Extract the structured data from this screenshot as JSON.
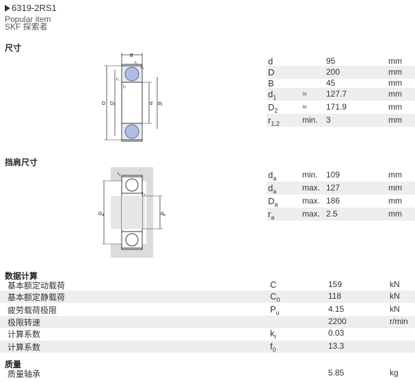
{
  "header": {
    "title": "6319-2RS1",
    "popular": "Popular item",
    "explorer": "SKF 探索者"
  },
  "dimensions": {
    "heading": "尺寸",
    "drawing_labels": {
      "B": "B",
      "r1": "r",
      "r1_sub": "1",
      "r2": "r",
      "r2_sub": "2",
      "D": "D",
      "D2": "D",
      "D2_sub": "2",
      "d": "d",
      "d1": "d",
      "d1_sub": "1"
    },
    "rows": [
      {
        "sym": "d",
        "sub": "",
        "qual": "",
        "val": "95",
        "unit": "mm"
      },
      {
        "sym": "D",
        "sub": "",
        "qual": "",
        "val": "200",
        "unit": "mm"
      },
      {
        "sym": "B",
        "sub": "",
        "qual": "",
        "val": "45",
        "unit": "mm"
      },
      {
        "sym": "d",
        "sub": "1",
        "qual": "≈",
        "val": "127.7",
        "unit": "mm"
      },
      {
        "sym": "D",
        "sub": "2",
        "qual": "≈",
        "val": "171.9",
        "unit": "mm"
      },
      {
        "sym": "r",
        "sub": "1,2",
        "qual": "min.",
        "val": "3",
        "unit": "mm"
      }
    ]
  },
  "abutment": {
    "heading": "挡肩尺寸",
    "drawing_labels": {
      "ra": "r",
      "ra_sub": "a",
      "Da": "D",
      "Da_sub": "a",
      "da": "d",
      "da_sub": "a"
    },
    "rows": [
      {
        "sym": "d",
        "sub": "a",
        "qual": "min.",
        "val": "109",
        "unit": "mm"
      },
      {
        "sym": "d",
        "sub": "a",
        "qual": "max.",
        "val": "127",
        "unit": "mm"
      },
      {
        "sym": "D",
        "sub": "a",
        "qual": "max.",
        "val": "186",
        "unit": "mm"
      },
      {
        "sym": "r",
        "sub": "a",
        "qual": "max.",
        "val": "2.5",
        "unit": "mm"
      }
    ]
  },
  "calculation": {
    "heading": "数据计算",
    "rows": [
      {
        "label": "基本额定动载荷",
        "sym": "C",
        "sub": "",
        "val": "159",
        "unit": "kN"
      },
      {
        "label": "基本额定静载荷",
        "sym": "C",
        "sub": "0",
        "val": "118",
        "unit": "kN"
      },
      {
        "label": "疲劳载荷极限",
        "sym": "P",
        "sub": "u",
        "val": "4.15",
        "unit": "kN"
      },
      {
        "label": "极限转速",
        "sym": "",
        "sub": "",
        "val": "2200",
        "unit": "r/min"
      },
      {
        "label": "计算系数",
        "sym": "k",
        "sub": "r",
        "val": "0.03",
        "unit": ""
      },
      {
        "label": "计算系数",
        "sym": "f",
        "sub": "0",
        "val": "13.3",
        "unit": ""
      }
    ]
  },
  "mass": {
    "heading": "质量",
    "label": "质量轴承",
    "val": "5.85",
    "unit": "kg"
  },
  "colors": {
    "ball_fill": "#b3bde6",
    "shoulder_fill": "#dcdcdc",
    "row_alt": "#eeeeee"
  }
}
